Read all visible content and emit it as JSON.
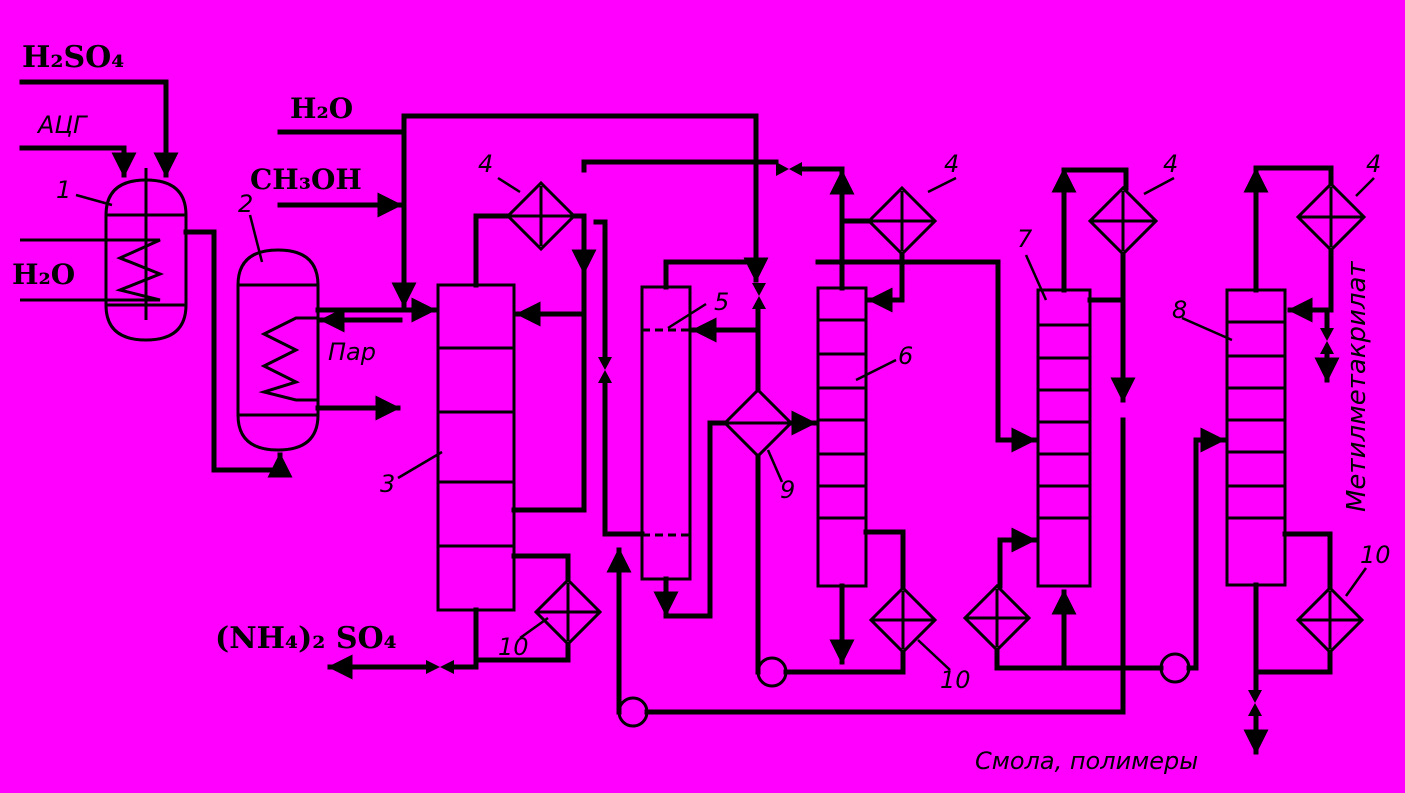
{
  "diagram": {
    "background": "#ff00ff",
    "line_color": "#000000",
    "inputs": {
      "h2so4": "H₂SO₄",
      "acg": "АЦГ",
      "h2o_left": "H₂O",
      "h2o_top": "H₂O",
      "ch3oh": "CH₃OH",
      "steam": "Пар"
    },
    "outputs": {
      "ammonium_sulfate": "(NH₄)₂ SO₄",
      "methyl_methacrylate": "Метилметакрилат",
      "resin_polymers": "Смола, полимеры"
    },
    "numbers": {
      "n1": "1",
      "n2": "2",
      "n3": "3",
      "n4": "4",
      "n5": "5",
      "n6": "6",
      "n7": "7",
      "n8": "8",
      "n9": "9",
      "n10": "10"
    }
  }
}
